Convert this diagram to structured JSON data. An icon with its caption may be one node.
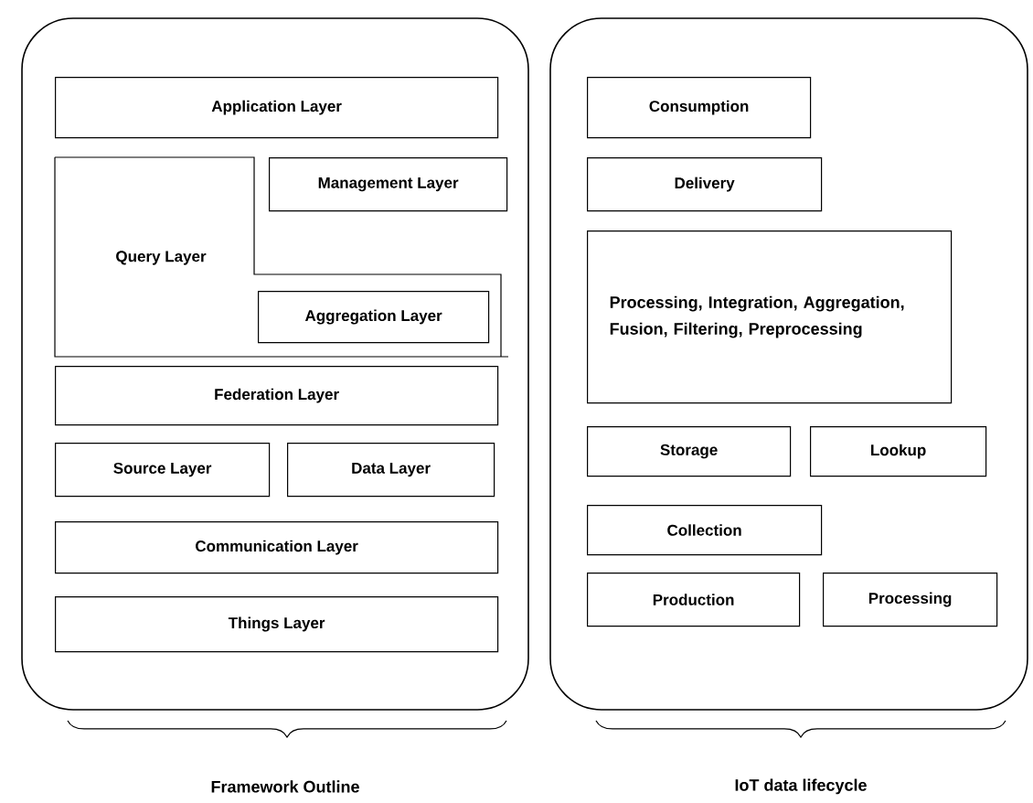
{
  "diagram": {
    "nodes": [
      {
        "text": [],
        "shape": "box"
      },
      {
        "text": [
          "Application Layer"
        ],
        "in": 0
      },
      {
        "text": [
          "Query Layer"
        ],
        "in": 0
      },
      {
        "text": [
          "Management Layer"
        ],
        "in": 2
      },
      {
        "text": [
          "Aggregation Layer"
        ],
        "in": 2
      },
      {
        "text": [
          "Federation Layer"
        ],
        "in": 0
      },
      {
        "text": [
          "Source Layer"
        ],
        "in": 0
      },
      {
        "text": [
          "Data Layer"
        ],
        "in": 0
      },
      {
        "text": [
          "Communication Layer"
        ],
        "in": 0
      },
      {
        "text": [
          "Things Layer"
        ],
        "in": 0
      },
      {
        "text": [],
        "shape": "box"
      },
      {
        "text": [
          "Consumption"
        ],
        "in": 10
      },
      {
        "text": [
          "Delivery"
        ],
        "in": 10
      },
      {
        "text": [
          "Processing, Integration, Aggregation, Fusion, Filtering, Preprocessing"
        ],
        "in": 10
      },
      {
        "text": [
          "Storage"
        ],
        "in": 10
      },
      {
        "text": [
          "Lookup"
        ],
        "in": 10
      },
      {
        "text": [
          "Collection"
        ],
        "in": 10
      },
      {
        "text": [
          "Production"
        ],
        "in": 10
      },
      {
        "text": [
          "Processing"
        ],
        "in": 10
      }
    ],
    "edges": [],
    "labels": [
      "Framework Outline",
      "IoT data lifecycle"
    ]
  }
}
